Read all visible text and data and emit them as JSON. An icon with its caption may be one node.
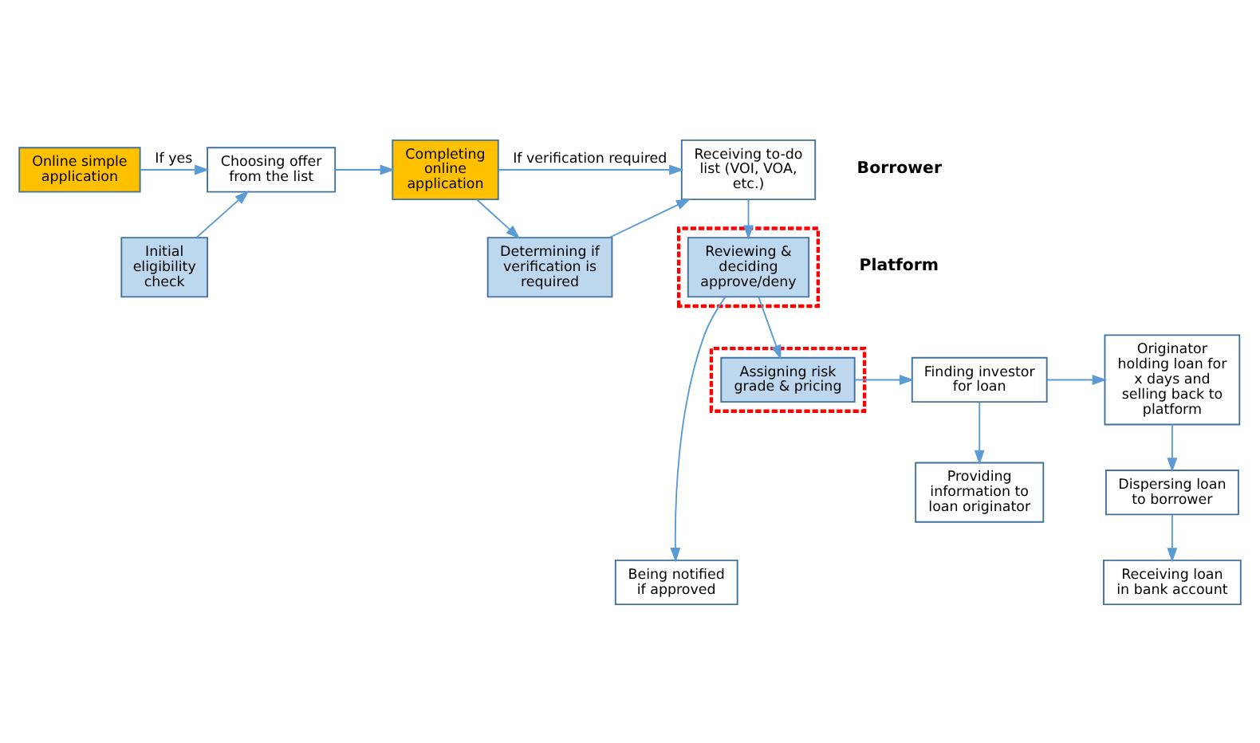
{
  "diagram": {
    "nodes": [
      {
        "text": [
          "Online simple application"
        ]
      },
      {
        "text": [
          "Choosing offer from the list"
        ]
      },
      {
        "text": [
          "Completing online application"
        ]
      },
      {
        "text": [
          "Receiving to-do list (VOI, VOA, etc.)"
        ]
      },
      {
        "text": [
          "Receiving loan in bank account"
        ]
      },
      {
        "text": [
          "Being notified if approved"
        ]
      },
      {
        "text": [
          "Initial eligibility check"
        ]
      },
      {
        "text": [
          "Determining if verification is required"
        ]
      },
      {
        "text": [],
        "shape": "box"
      },
      {
        "text": [
          "Reviewing & deciding approve/deny"
        ],
        "in": 8
      },
      {
        "text": [
          "Dispersing loan to borrower"
        ]
      },
      {
        "text": [
          "Providing information to loan originator"
        ]
      },
      {
        "text": [],
        "shape": "box"
      },
      {
        "text": [
          "Assigning risk grade & pricing"
        ],
        "in": 12
      },
      {
        "text": [
          "Originator holding loan for x days and selling back to platform"
        ]
      },
      {
        "text": [
          "Finding investor for loan"
        ]
      }
    ],
    "edges": [
      {
        "from": 0,
        "to": 1,
        "arrow": "to",
        "label": "If yes"
      },
      {
        "from": 6,
        "to": 1,
        "arrow": "to"
      },
      {
        "from": 1,
        "to": 2,
        "arrow": "to"
      },
      {
        "from": 2,
        "to": 3,
        "arrow": "to",
        "label": "If verification required"
      },
      {
        "from": 2,
        "to": 7,
        "arrow": "to"
      },
      {
        "from": 7,
        "to": 3,
        "arrow": "to"
      },
      {
        "from": 3,
        "to": 9,
        "arrow": "to"
      },
      {
        "from": 9,
        "to": 5,
        "arrow": "to"
      },
      {
        "from": 9,
        "to": 13,
        "arrow": "to"
      },
      {
        "from": 13,
        "to": 15,
        "arrow": "to"
      },
      {
        "from": 15,
        "to": 11,
        "arrow": "to"
      },
      {
        "from": 15,
        "to": 14,
        "arrow": "to"
      },
      {
        "from": 14,
        "to": 10,
        "arrow": "to"
      },
      {
        "from": 10,
        "to": 4,
        "arrow": "to"
      }
    ],
    "labels": [
      "Borrower",
      "Platform"
    ]
  }
}
